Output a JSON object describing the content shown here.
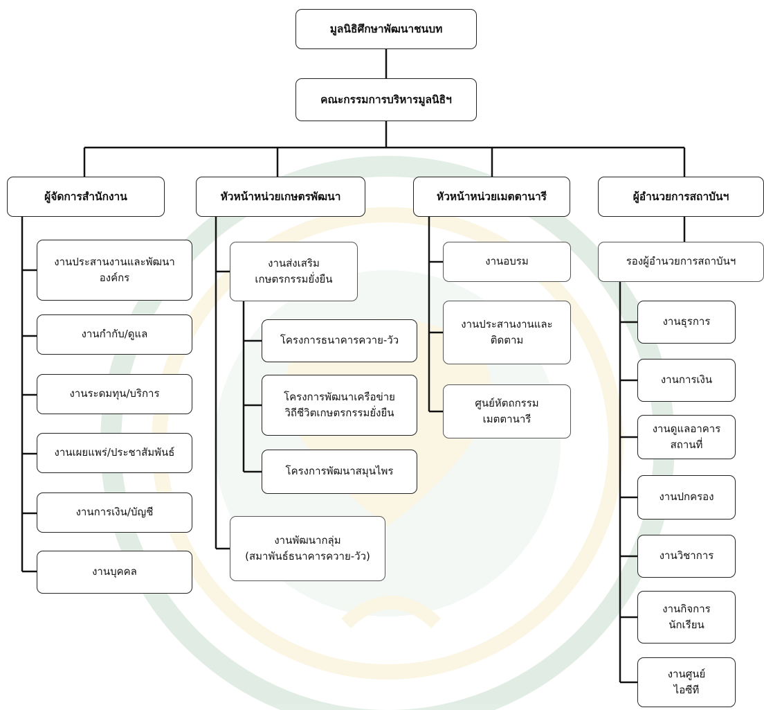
{
  "root": "มูลนิธิศึกษาพัฒนาชนบท",
  "board": "คณะกรรมการบริหารมูลนิธิฯ",
  "departments": [
    {
      "title": "ผู้จัดการสำนักงาน",
      "items": [
        "งานประสานงานและพัฒนา\nองค์กร",
        "งานกำกับ/ดูแล",
        "งานระดมทุน/บริการ",
        "งานเผยแพร่/ประชาสัมพันธ์",
        "งานการเงิน/บัญชี",
        "งานบุคคล"
      ]
    },
    {
      "title": "หัวหน้าหน่วยเกษตรพัฒนา",
      "items": [
        {
          "label": "งานส่งเสริม\nเกษตรกรรมยั่งยืน",
          "projects": [
            "โครงการธนาคารควาย-วัว",
            "โครงการพัฒนาเครือข่าย\nวิถีชีวิตเกษตรกรรมยั่งยืน",
            "โครงการพัฒนาสมุนไพร"
          ]
        },
        {
          "label": "งานพัฒนากลุ่ม\n(สมาพันธ์ธนาคารควาย-วัว)"
        }
      ]
    },
    {
      "title": "หัวหน้าหน่วยเมตตานารี",
      "items": [
        "งานอบรม",
        "งานประสานงานและ\nติดตาม",
        "ศูนย์หัตถกรรม\nเมตตานารี"
      ]
    },
    {
      "title": "ผู้อำนวยการสถาบันฯ",
      "deputy": "รองผู้อำนวยการสถาบันฯ",
      "items": [
        "งานธุรการ",
        "งานการเงิน",
        "งานดูแลอาคาร\nสถานที่",
        "งานปกครอง",
        "งานวิชาการ",
        "งานกิจการ\nนักเรียน",
        "งานศูนย์\nไอซีที"
      ]
    }
  ],
  "colors": {
    "line": "#111111",
    "border": "#222222",
    "watermark": "#1f7a3a"
  }
}
